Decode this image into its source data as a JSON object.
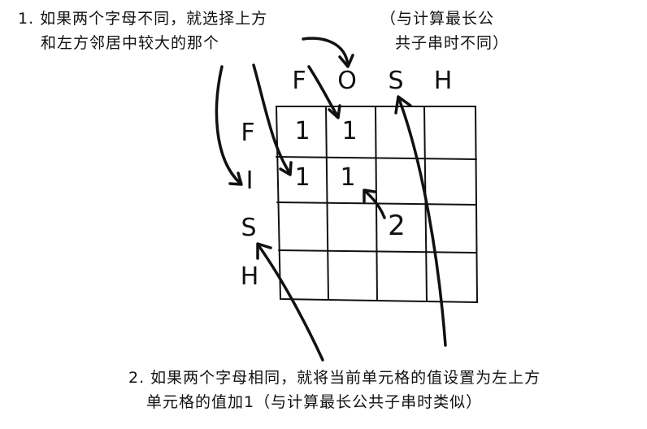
{
  "note1": {
    "line1": "1. 如果两个字母不同，就选择上方",
    "line2": "和左方邻居中较大的那个",
    "aside_line1": "（与计算最长公",
    "aside_line2": "共子串时不同）"
  },
  "note2": {
    "line1": "2. 如果两个字母相同，就将当前单元格的值设置为左上方",
    "line2": "单元格的值加1（与计算最长公共子串时类似）"
  },
  "grid": {
    "column_letters": [
      "F",
      "O",
      "S",
      "H"
    ],
    "row_letters": [
      "F",
      "I",
      "S",
      "H"
    ],
    "cells": [
      [
        "1",
        "1",
        "",
        ""
      ],
      [
        "1",
        "1",
        "",
        ""
      ],
      [
        "",
        "",
        "",
        ""
      ],
      [
        "",
        "",
        "",
        ""
      ]
    ]
  },
  "annotation_value": "2",
  "colors": {
    "ink": "#111111",
    "background": "#ffffff"
  }
}
